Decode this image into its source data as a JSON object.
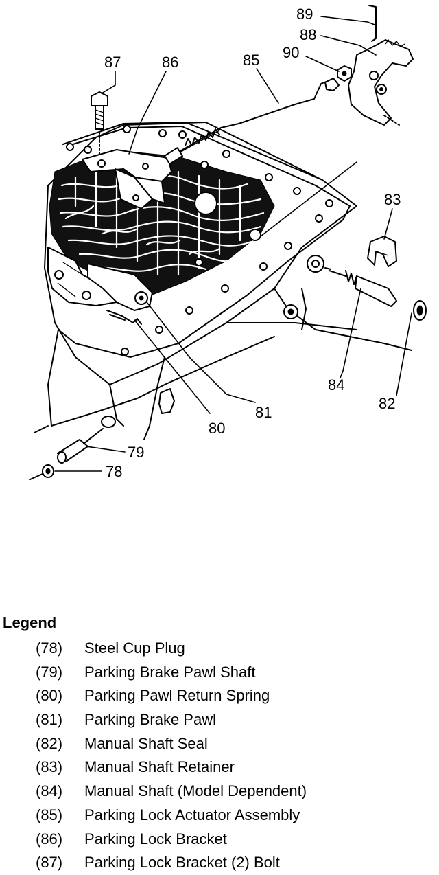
{
  "callouts": [
    "89",
    "88",
    "90",
    "87",
    "86",
    "85",
    "83",
    "84",
    "82",
    "81",
    "80",
    "79",
    "78"
  ],
  "legend": {
    "title": "Legend",
    "items": [
      {
        "num": "(78)",
        "text": "Steel Cup Plug"
      },
      {
        "num": "(79)",
        "text": "Parking Brake Pawl Shaft"
      },
      {
        "num": "(80)",
        "text": "Parking Pawl Return Spring"
      },
      {
        "num": "(81)",
        "text": "Parking Brake Pawl"
      },
      {
        "num": "(82)",
        "text": "Manual Shaft Seal"
      },
      {
        "num": "(83)",
        "text": "Manual Shaft Retainer"
      },
      {
        "num": "(84)",
        "text": "Manual Shaft (Model Dependent)"
      },
      {
        "num": "(85)",
        "text": "Parking Lock Actuator Assembly"
      },
      {
        "num": "(86)",
        "text": "Parking Lock Bracket"
      },
      {
        "num": "(87)",
        "text": "Parking Lock Bracket (2) Bolt"
      }
    ]
  }
}
